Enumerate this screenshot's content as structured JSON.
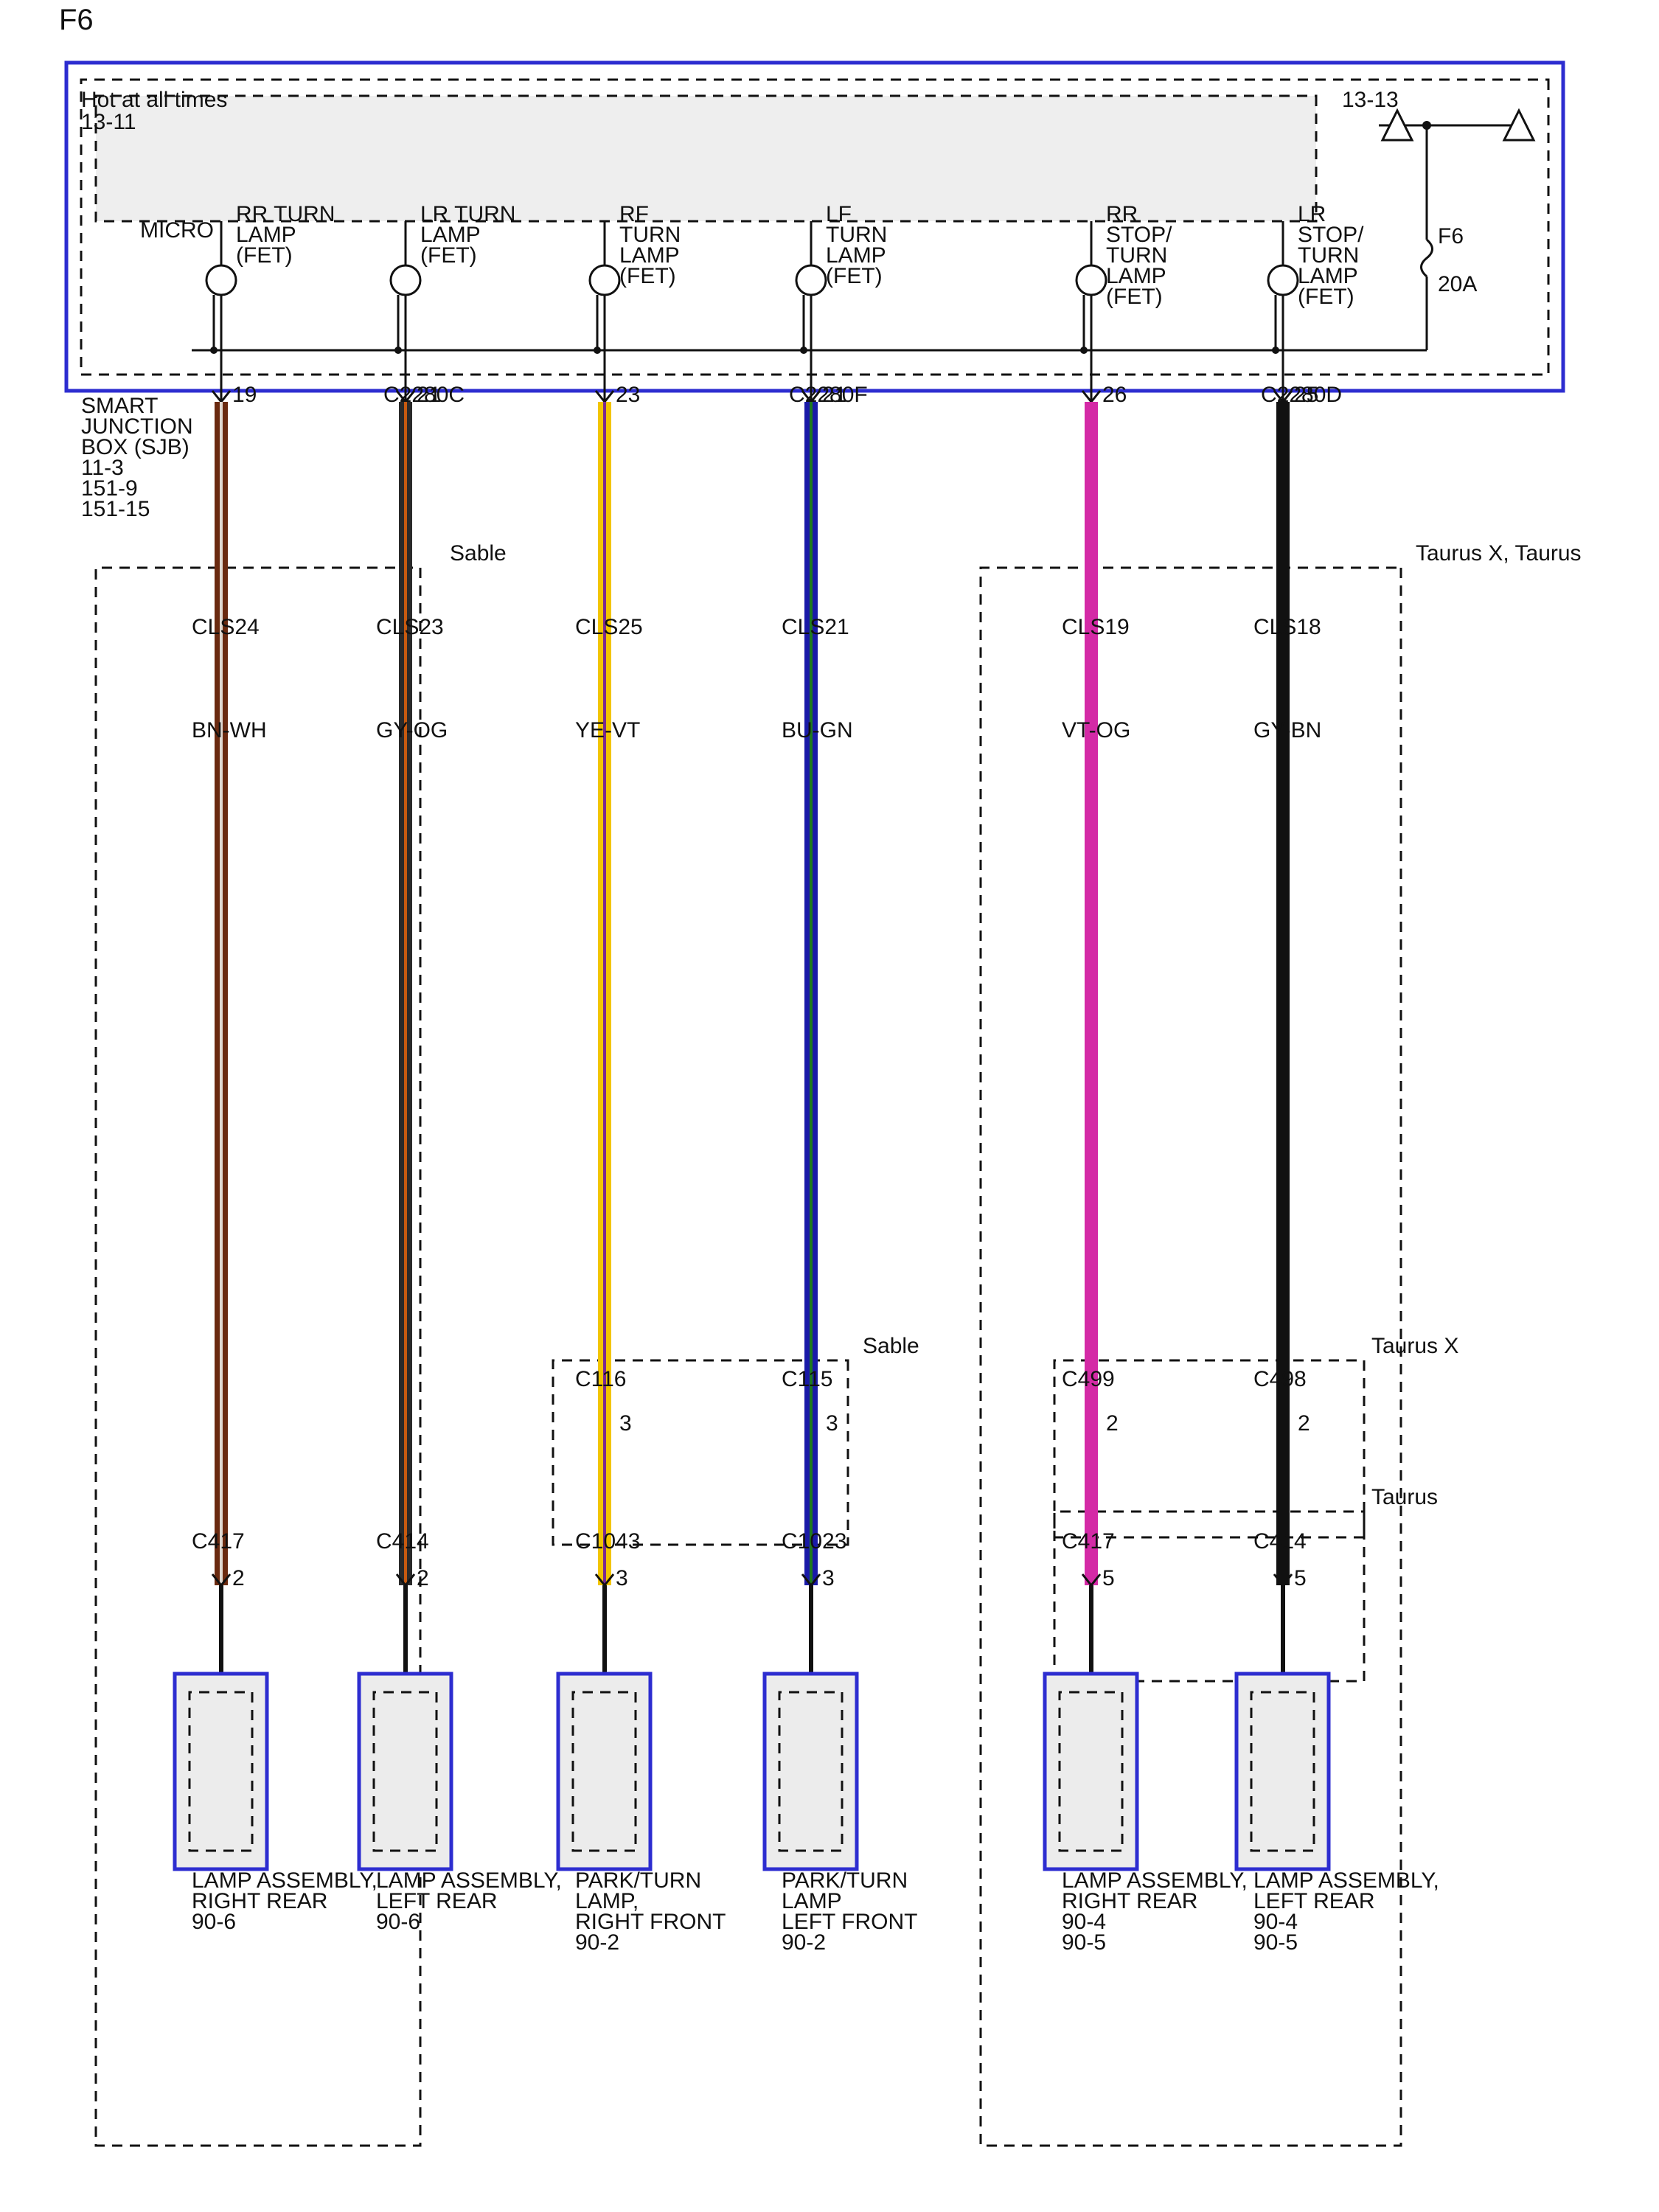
{
  "page_code": "F6",
  "sjb": {
    "name_lines": [
      "SMART",
      "JUNCTION",
      "BOX (SJB)",
      "11-3",
      "151-9",
      "151-15"
    ],
    "hot_label": "Hot at all times",
    "hot_ref": "13-11",
    "ground_ref": "13-13",
    "micro_label": "MICRO",
    "fuse_label": "F6",
    "fuse_rating": "20A"
  },
  "circuits": [
    {
      "fet_lines": [
        "LR",
        "STOP/",
        "TURN",
        "LAMP",
        "(FET)"
      ],
      "connector": "C2280D",
      "pin": "25",
      "circuit": "CLS18",
      "wire_color": "GY-BN",
      "color": "#111111",
      "trace": "#111111",
      "inline": {
        "name": "C498",
        "pin": "2"
      },
      "lamp_conn": {
        "name": "C414",
        "pin": "5"
      },
      "lamp_lines": [
        "LAMP ASSEMBLY,",
        "LEFT REAR",
        "90-4",
        "90-5"
      ]
    },
    {
      "fet_lines": [
        "RR",
        "STOP/",
        "TURN",
        "LAMP",
        "(FET)"
      ],
      "connector": "",
      "pin": "26",
      "circuit": "CLS19",
      "wire_color": "VT-OG",
      "color": "#d42aa6",
      "trace": "#d42aa6",
      "inline": {
        "name": "C499",
        "pin": "2"
      },
      "lamp_conn": {
        "name": "C417",
        "pin": "5"
      },
      "lamp_lines": [
        "LAMP ASSEMBLY,",
        "RIGHT REAR",
        "90-4",
        "90-5"
      ]
    },
    {
      "fet_lines": [
        "LF",
        "TURN",
        "LAMP",
        "(FET)"
      ],
      "connector": "C2280F",
      "pin": "21",
      "circuit": "CLS21",
      "wire_color": "BU-GN",
      "color": "#1a1aa8",
      "trace": "#1f7a1f",
      "inline": {
        "name": "C115",
        "pin": "3"
      },
      "lamp_conn": {
        "name": "C1023",
        "pin": "3"
      },
      "lamp_lines": [
        "PARK/TURN",
        "LAMP",
        "LEFT FRONT",
        "90-2"
      ]
    },
    {
      "fet_lines": [
        "RF",
        "TURN",
        "LAMP",
        "(FET)"
      ],
      "connector": "",
      "pin": "23",
      "circuit": "CLS25",
      "wire_color": "YE-VT",
      "color": "#f2c500",
      "trace": "#7a2a90",
      "inline": {
        "name": "C116",
        "pin": "3"
      },
      "lamp_conn": {
        "name": "C1043",
        "pin": "3"
      },
      "lamp_lines": [
        "PARK/TURN",
        "LAMP,",
        "RIGHT FRONT",
        "90-2"
      ]
    },
    {
      "fet_lines": [
        "LR TURN",
        "LAMP",
        "(FET)"
      ],
      "connector": "C2280C",
      "pin": "21",
      "circuit": "CLS23",
      "wire_color": "GY-OG",
      "color": "#2a2a2a",
      "trace": "#c85a10",
      "inline": null,
      "lamp_conn": {
        "name": "C414",
        "pin": "2"
      },
      "lamp_lines": [
        "LAMP ASSEMBLY,",
        "LEFT REAR",
        "90-6"
      ]
    },
    {
      "fet_lines": [
        "RR TURN",
        "LAMP",
        "(FET)"
      ],
      "connector": "",
      "pin": "19",
      "circuit": "CLS24",
      "wire_color": "BN-WH",
      "color": "#6a2a10",
      "trace": "#e0d8d0",
      "inline": null,
      "lamp_conn": {
        "name": "C417",
        "pin": "2"
      },
      "lamp_lines": [
        "LAMP ASSEMBLY,",
        "RIGHT REAR",
        "90-6"
      ]
    }
  ],
  "variants": {
    "taurus_group": "Taurus X, Taurus",
    "sable_group": "Sable",
    "sable_inline": "Sable",
    "taurus_x_inline": "Taurus X",
    "taurus_inline": "Taurus"
  }
}
